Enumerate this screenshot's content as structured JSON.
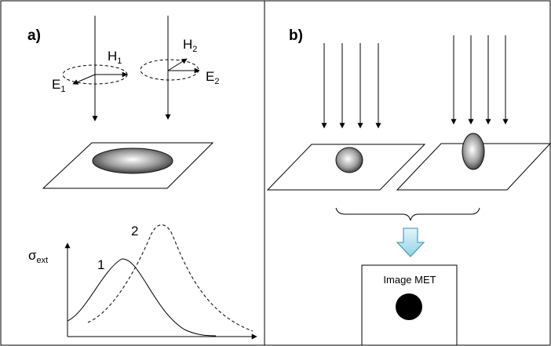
{
  "panel_a": {
    "label": "a)",
    "fields": {
      "h1": {
        "main": "H",
        "sub": "1"
      },
      "e1": {
        "main": "E",
        "sub": "1"
      },
      "h2": {
        "main": "H",
        "sub": "2"
      },
      "e2": {
        "main": "E",
        "sub": "2"
      }
    },
    "graph": {
      "ylabel_main": "σ",
      "ylabel_sub": "ext",
      "curve1_label": "1",
      "curve2_label": "2"
    }
  },
  "panel_b": {
    "label": "b)",
    "image_label": "Image MET"
  }
}
